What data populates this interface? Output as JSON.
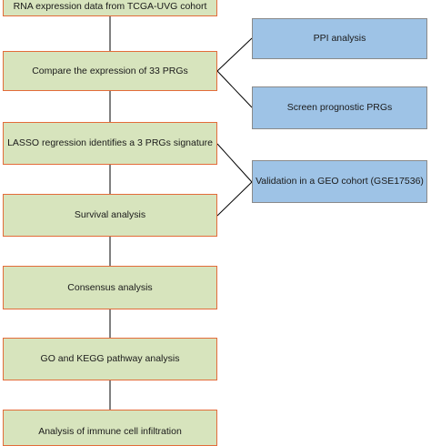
{
  "main_steps": [
    {
      "id": "rna",
      "label": "RNA expression data from TCGA-UVG cohort"
    },
    {
      "id": "compare",
      "label": "Compare the expression of 33 PRGs"
    },
    {
      "id": "lasso",
      "label": "LASSO regression identifies a 3 PRGs signature"
    },
    {
      "id": "survival",
      "label": "Survival analysis"
    },
    {
      "id": "consensus",
      "label": "Consensus analysis"
    },
    {
      "id": "gokegg",
      "label": "GO and KEGG pathway analysis"
    },
    {
      "id": "immune",
      "label": "Analysis of immune cell infiltration"
    }
  ],
  "side_steps": [
    {
      "id": "ppi",
      "label": "PPI analysis"
    },
    {
      "id": "screen",
      "label": "Screen prognostic PRGs"
    },
    {
      "id": "validation",
      "label": "Validation in a GEO cohort (GSE17536)"
    }
  ],
  "colors": {
    "main_fill": "#d7e4bd",
    "main_border": "#e36c3a",
    "side_fill": "#9ec3e6",
    "side_border": "#8a8a8a",
    "line": "#000000"
  }
}
